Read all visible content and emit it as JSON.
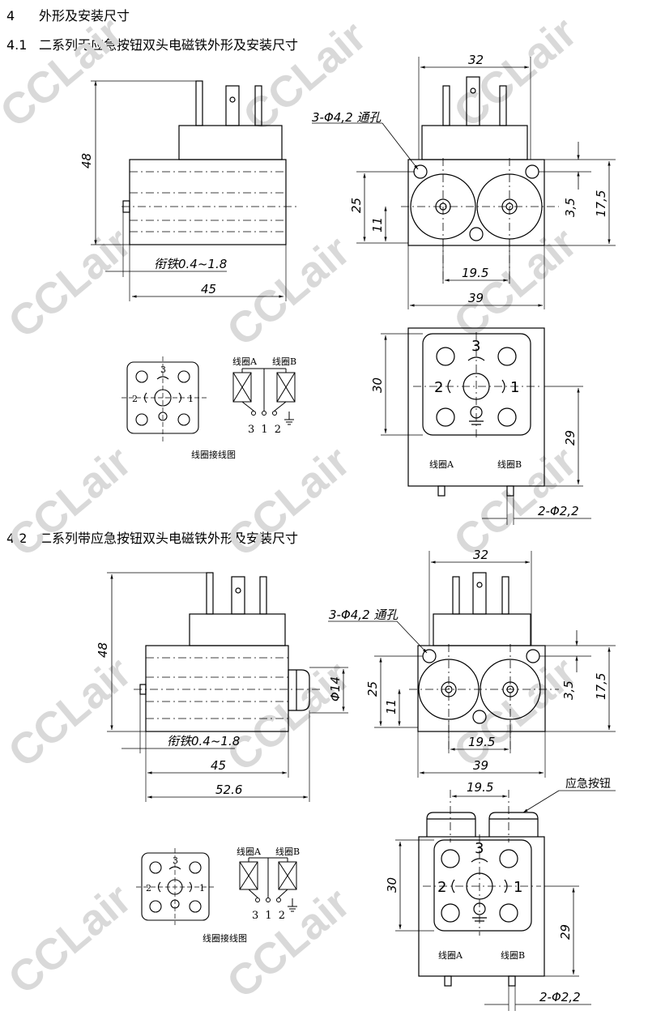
{
  "section": {
    "number": "4",
    "title": "外形及安装尺寸"
  },
  "sub1": {
    "number": "4.1",
    "title": "二系列无应急按钮双头电磁铁外形及安装尺寸"
  },
  "sub2": {
    "number": "4.2",
    "title": "二系列带应急按钮双头电磁铁外形及安装尺寸"
  },
  "dims1": {
    "height48": "48",
    "width32": "32",
    "holes": "3-Φ4,2 通孔",
    "d25": "25",
    "d11": "11",
    "d3_5": "3,5",
    "d17_5": "17,5",
    "stroke": "衔铁0.4~1.8",
    "len45": "45",
    "c19_5": "19.5",
    "w39": "39",
    "h30": "30",
    "h29": "29",
    "pins": "2-Φ2,2"
  },
  "dims2": {
    "height48": "48",
    "width32": "32",
    "holes": "3-Φ4,2 通孔",
    "d25": "25",
    "d11": "11",
    "d3_5": "3,5",
    "d17_5": "17,5",
    "dia14": "Φ14",
    "stroke": "衔铁0.4~1.8",
    "len45": "45",
    "len52_6": "52.6",
    "c19_5": "19.5",
    "w39": "39",
    "top19_5": "19.5",
    "button": "应急按钮",
    "h30": "30",
    "h29": "29",
    "pins": "2-Φ2,2"
  },
  "wiring": {
    "coilA": "线圈A",
    "coilB": "线圈B",
    "terminals": "3 1 2",
    "caption": "线圈接线图",
    "p1": "1",
    "p2": "2",
    "p3": "3"
  },
  "watermark": "CCLair"
}
